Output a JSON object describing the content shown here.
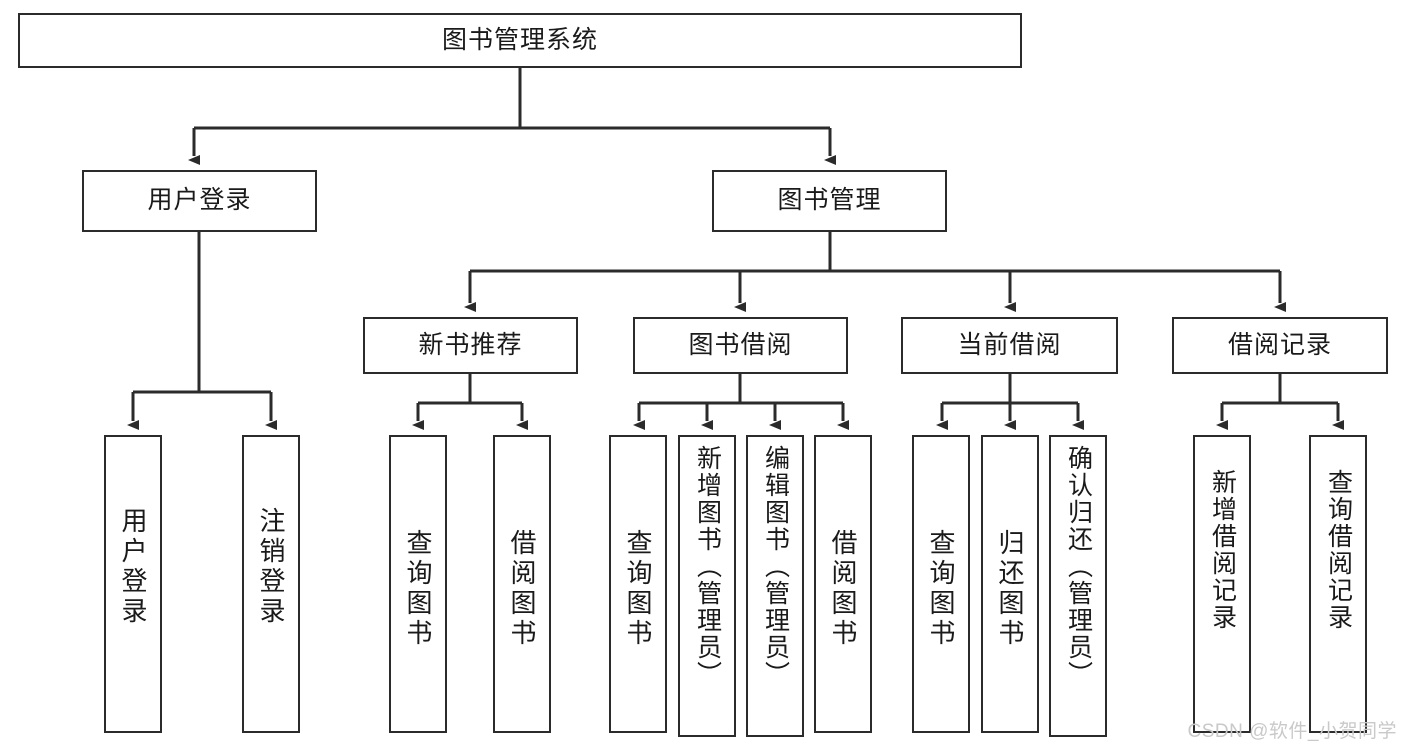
{
  "diagram": {
    "title": "图书管理系统",
    "type": "hierarchy-tree",
    "root": {
      "label": "图书管理系统"
    },
    "level2": [
      {
        "label": "用户登录"
      },
      {
        "label": "图书管理"
      }
    ],
    "level3": [
      {
        "label": "新书推荐"
      },
      {
        "label": "图书借阅"
      },
      {
        "label": "当前借阅"
      },
      {
        "label": "借阅记录"
      }
    ],
    "leaves": {
      "user_login": [
        {
          "label": "用户登录"
        },
        {
          "label": "注销登录"
        }
      ],
      "new_book_recommend": [
        {
          "label": "查询图书"
        },
        {
          "label": "借阅图书"
        }
      ],
      "book_borrow": [
        {
          "label": "查询图书"
        },
        {
          "label": "新增图书（管理员）"
        },
        {
          "label": "编辑图书（管理员）"
        },
        {
          "label": "借阅图书"
        }
      ],
      "current_borrow": [
        {
          "label": "查询图书"
        },
        {
          "label": "归还图书"
        },
        {
          "label": "确认归还（管理员）"
        }
      ],
      "borrow_record": [
        {
          "label": "新增借阅记录"
        },
        {
          "label": "查询借阅记录"
        }
      ]
    },
    "watermark": "CSDN @软件_小贺同学",
    "colors": {
      "stroke": "#2b2b2b",
      "fill": "#ffffff",
      "text": "#1a1a1a",
      "watermark": "#c9c9c9"
    }
  }
}
